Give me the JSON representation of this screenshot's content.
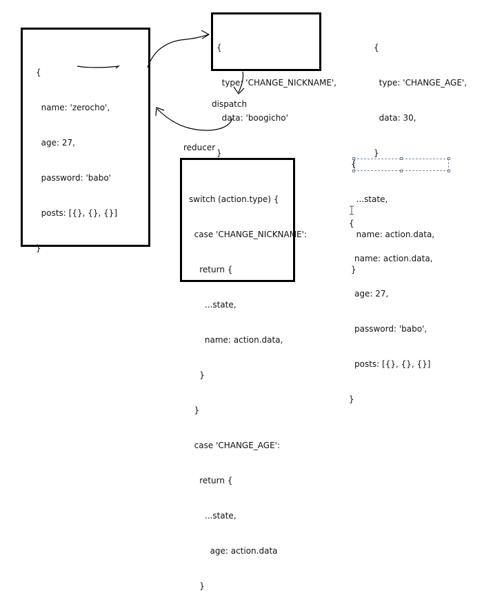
{
  "state_block": {
    "lines": [
      "{",
      "  name: 'zerocho',",
      "  age: 27,",
      "  password: 'babo'",
      "  posts: [{}, {}, {}]",
      "}"
    ]
  },
  "action_nickname_block": {
    "lines": [
      "{",
      "  type: 'CHANGE_NICKNAME',",
      "  data: 'boogicho'",
      "}"
    ]
  },
  "action_age_block": {
    "lines": [
      "{",
      "  type: 'CHANGE_AGE',",
      "  data: 30,",
      "}"
    ]
  },
  "dispatch_label": "dispatch",
  "reducer_label": "reducer",
  "reducer_block": {
    "lines": [
      "switch (action.type) {",
      "  case 'CHANGE_NICKNAME':",
      "    return {",
      "      ...state,",
      "      name: action.data,",
      "    }",
      "  }",
      "  case 'CHANGE_AGE':",
      "    return {",
      "      ...state,",
      "        age: action.data",
      "    }"
    ]
  },
  "spread_block": {
    "lines": [
      "{",
      "  ...state,",
      "  name: action.data,",
      "}"
    ]
  },
  "result_block": {
    "lines": [
      "{",
      "name: action.data,",
      "age: 27,",
      "password: 'babo',",
      "posts: [{}, {}, {}]",
      "}"
    ]
  }
}
